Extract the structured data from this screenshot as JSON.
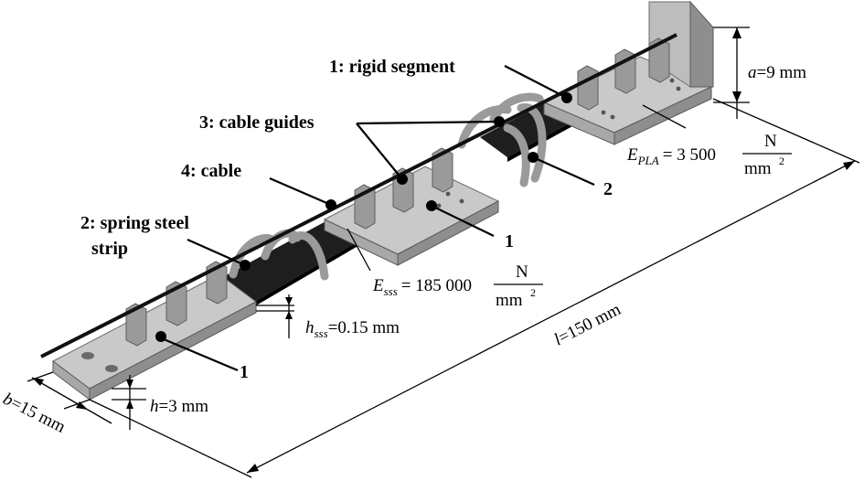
{
  "labels": {
    "rigid_segment": "1: rigid segment",
    "cable_guides": "3: cable guides",
    "cable": "4: cable",
    "spring_steel_line1": "2: spring steel",
    "spring_steel_line2": "strip",
    "num_1": "1",
    "num_2": "2"
  },
  "dimensions": {
    "a_symbol": "a",
    "a_value": "=9 mm",
    "l_symbol": "l",
    "l_value": "=150 mm",
    "b_symbol": "b",
    "b_value": "=15 mm",
    "h_symbol": "h",
    "h_value": "=3 mm",
    "hsss_symbol": "h",
    "hsss_sub": "sss",
    "hsss_value": "=0.15 mm"
  },
  "formulas": {
    "e_pla_symbol": "E",
    "e_pla_sub": "PLA",
    "e_pla_value": "= 3 500",
    "e_pla_num": "N",
    "e_pla_den": "mm",
    "e_pla_exp": "2",
    "e_sss_symbol": "E",
    "e_sss_sub": "sss",
    "e_sss_value": "= 185 000",
    "e_sss_num": "N",
    "e_sss_den": "mm",
    "e_sss_exp": "2"
  },
  "colors": {
    "plate_top": "#c9c9c9",
    "plate_side": "#8e8e8e",
    "strip": "#1e1e1e",
    "guide": "#9a9a9a",
    "cable": "#111111"
  }
}
